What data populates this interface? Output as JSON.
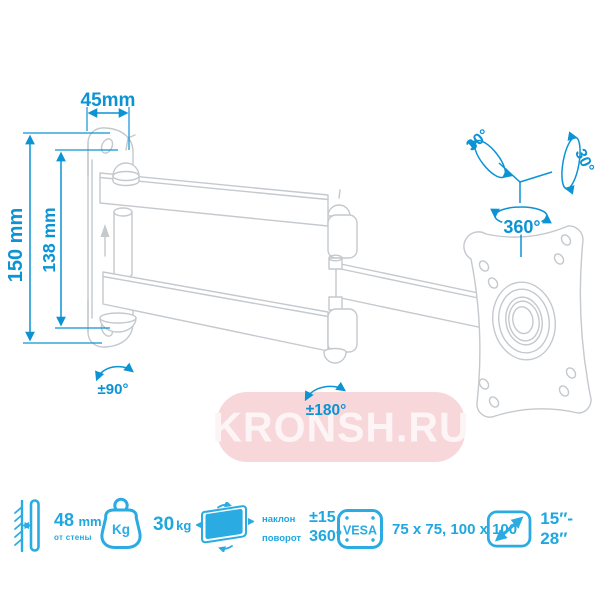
{
  "annotations": {
    "width": "45mm",
    "height_outer": "150 mm",
    "height_inner": "138 mm",
    "tilt_left": "30°",
    "tilt_right": "30°",
    "rotate_head": "360°",
    "rotate_wall": "±90°",
    "rotate_elbow": "±180°"
  },
  "watermark": {
    "text": "KRONSH.RU",
    "bg_color": "#f8d7da",
    "text_color": "#fdf4f5"
  },
  "specs": {
    "wall_distance": {
      "value": "48",
      "unit": "mm",
      "note": "от стены"
    },
    "max_weight": {
      "icon_label": "Kg",
      "value": "30",
      "unit": "kg"
    },
    "tilt": {
      "label": "наклон",
      "value": "±15"
    },
    "swivel": {
      "label": "поворот",
      "value": "360°"
    },
    "vesa": {
      "icon_label": "VESA",
      "value": "75 x 75, 100 x 100"
    },
    "screen_size": {
      "value": "15″- 28″"
    }
  },
  "colors": {
    "annotation_blue": "#0c93d4",
    "icon_blue": "#2aace3",
    "drawing_gray": "#c4c9ce"
  }
}
